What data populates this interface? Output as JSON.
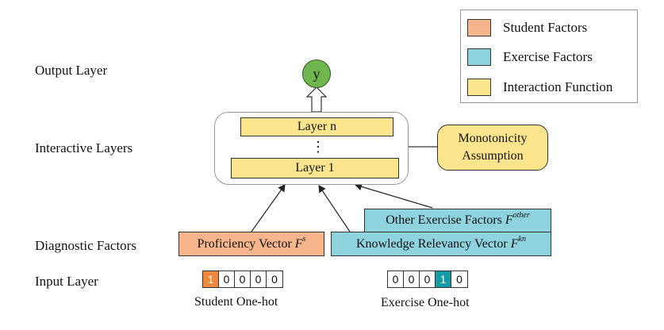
{
  "rows": {
    "output": "Output Layer",
    "interactive": "Interactive Layers",
    "diagnostic": "Diagnostic Factors",
    "input": "Input Layer"
  },
  "output_node": "y",
  "layers": {
    "top": "Layer n",
    "dots": "⋮",
    "bottom": "Layer 1"
  },
  "monotonicity": {
    "line1": "Monotonicity",
    "line2": "Assumption"
  },
  "factors": {
    "proficiency": {
      "label": "Proficiency Vector ",
      "symbol": "F",
      "sup": "s"
    },
    "knowledge": {
      "label": "Knowledge Relevancy Vector ",
      "symbol": "F",
      "sup": "kn"
    },
    "other": {
      "label": "Other Exercise Factors ",
      "symbol": "F",
      "sup": "other"
    }
  },
  "student_onehot": {
    "cells": [
      "1",
      "0",
      "0",
      "0",
      "0"
    ],
    "hot_index": 0,
    "caption": "Student One-hot"
  },
  "exercise_onehot": {
    "cells": [
      "0",
      "0",
      "0",
      "1",
      "0"
    ],
    "hot_index": 3,
    "caption": "Exercise One-hot"
  },
  "legend": {
    "items": [
      {
        "label": "Student Factors",
        "color": "#f7b58c"
      },
      {
        "label": "Exercise Factors",
        "color": "#8fd3df"
      },
      {
        "label": "Interaction Function",
        "color": "#fde58e"
      }
    ]
  },
  "colors": {
    "node": "#6fb64f",
    "yellow": "#fde58e",
    "orange": "#f7b58c",
    "cyan": "#8fd3df",
    "hot_orange": "#f0883e",
    "hot_cyan": "#169aa5"
  }
}
